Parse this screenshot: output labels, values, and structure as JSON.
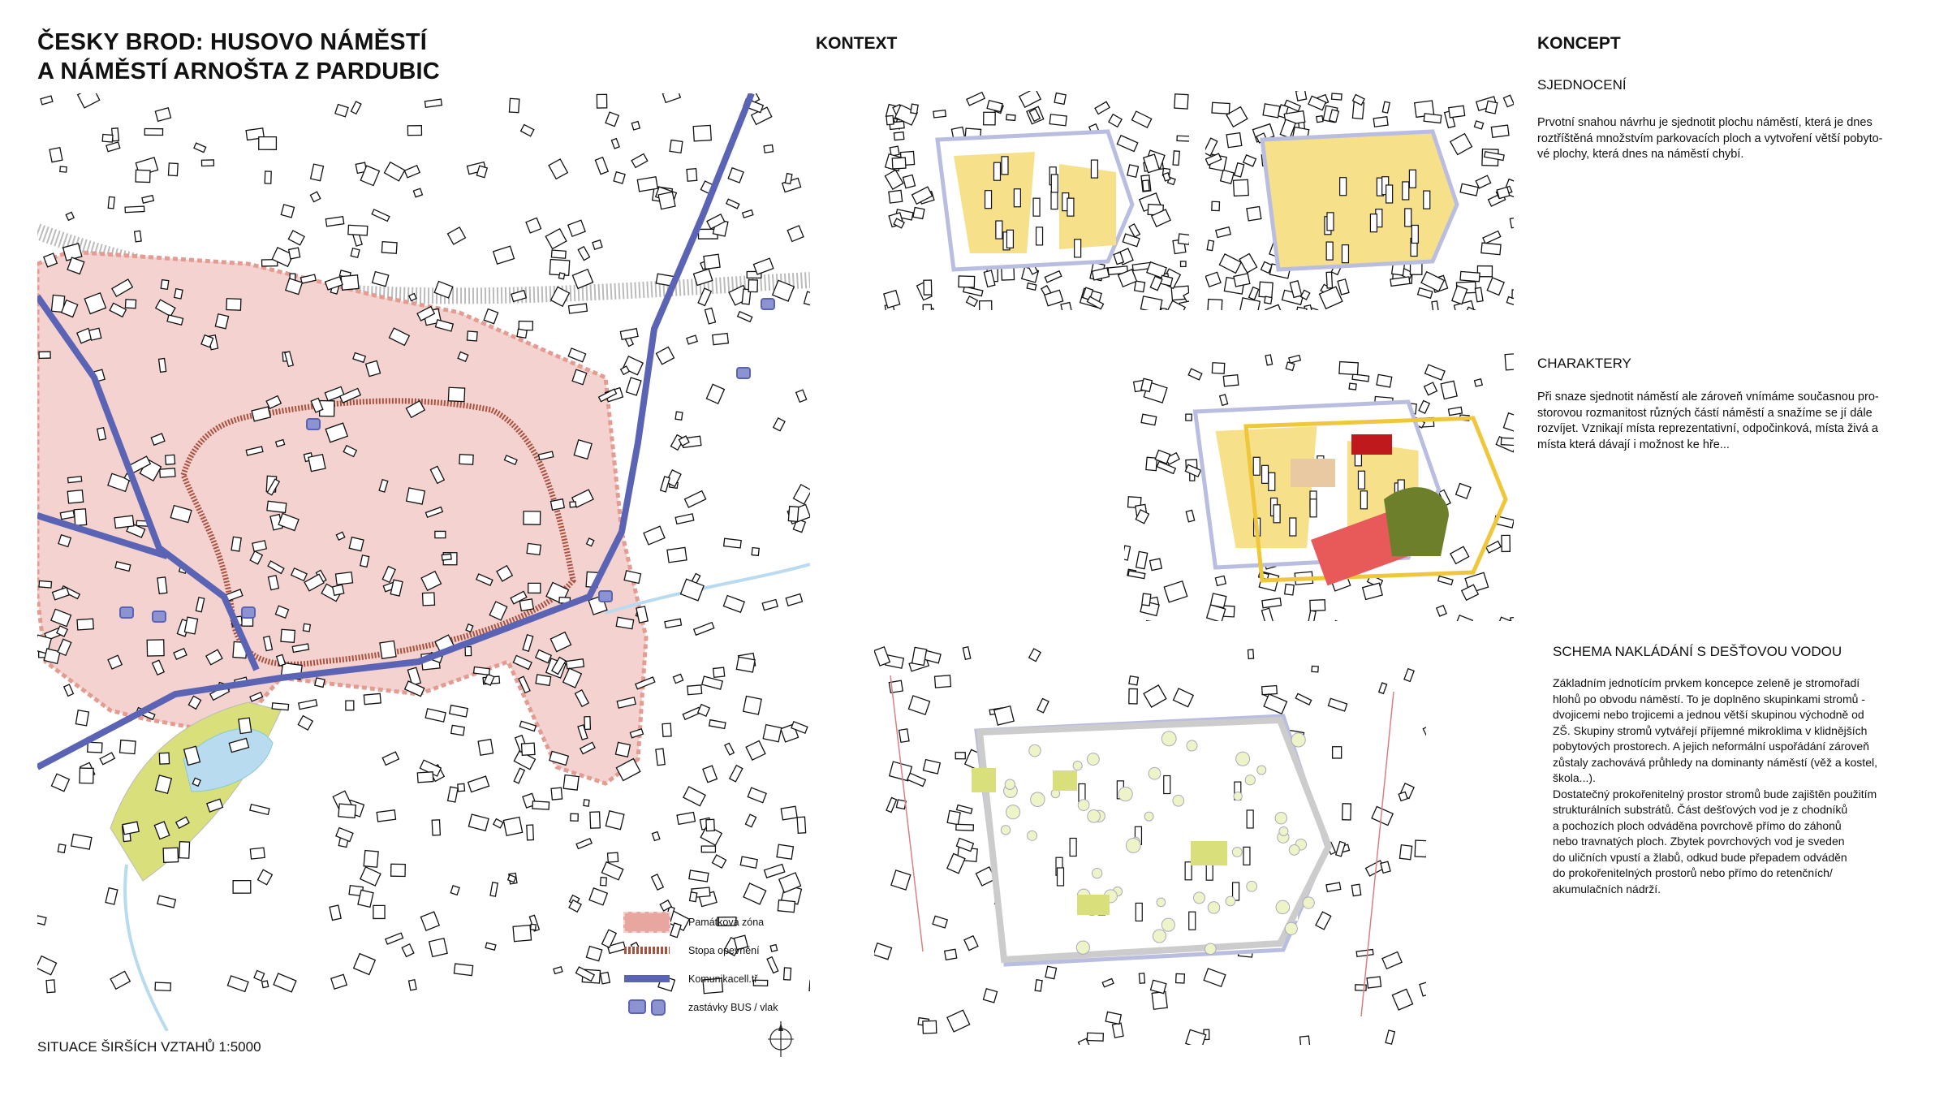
{
  "title": {
    "line1": "ČESKY BROD: HUSOVO NÁMĚSTÍ",
    "line2": "A NÁMĚSTÍ ARNOŠTA Z PARDUBIC"
  },
  "left_map": {
    "caption": "SITUACE ŠIRŠÍCH VZTAHŮ 1:5000",
    "legend": [
      {
        "label": "Památková zóna",
        "color": "#e8a6a0"
      },
      {
        "label": "Stopa opevnění",
        "color": "#a9513f"
      },
      {
        "label": "Komunikacell.tř",
        "color": "#5b64b4"
      },
      {
        "label": "zastávky BUS / vlak",
        "color": "#5b64b4"
      }
    ],
    "north_icon": "north-arrow-icon"
  },
  "kontext": {
    "heading": "KONTEXT"
  },
  "koncept": {
    "heading": "KONCEPT",
    "sections": [
      {
        "title": "SJEDNOCENÍ",
        "lines": [
          "Prvotní snahou návrhu je sjednotit plochu náměstí, která je dnes",
          "roztříštěná množstvím parkovacích ploch a vytvoření větší pobyto-",
          "vé plochy, která dnes na náměstí chybí."
        ]
      },
      {
        "title": "CHARAKTERY",
        "lines": [
          "Při snaze sjednotit náměstí ale zároveň vnímáme současnou pro-",
          "storovou rozmanitost různých částí náměstí a snažíme se jí dále",
          "rozvíjet. Vznikají místa reprezentativní, odpočinková, místa živá a",
          "místa která dávají i možnost ke hře..."
        ]
      },
      {
        "title": "SCHEMA NAKLÁDÁNÍ S DEŠŤOVOU VODOU",
        "lines": [
          "Základním jednotícím prvkem koncepce zeleně je stromořadí",
          "hlohů po obvodu náměstí. To je doplněno skupinkami stromů -",
          "dvojicemi nebo trojicemi a jednou větší skupinou východně od",
          "ZŠ. Skupiny stromů vytvářejí příjemné mikroklima v klidnějších",
          "pobytových prostorech. A jejich neformální uspořádání zároveň",
          "zůstaly zachovává průhledy na dominanty náměstí (věž a kostel,",
          "škola...).",
          "Dostatečný prokořenitelný prostor stromů bude zajištěn použitím",
          "strukturálních substrátů. Část dešťových vod je z chodníků",
          "a pochozích ploch odváděna povrchově přímo do záhonů",
          "nebo travnatých ploch. Zbytek povrchových vod je sveden",
          "do uličních vpustí a žlabů, odkud bude přepadem odváděn",
          "do prokořenitelných prostorů nebo přímo do retenčních/",
          "akumulačních nádrží."
        ]
      }
    ]
  },
  "colors": {
    "zone": "#f4d2cf",
    "zone_border": "#e39b92",
    "wall": "#a9513f",
    "road": "#5b64b4",
    "rail": "#c8c8c8",
    "yellow": "#f7e08a",
    "yellow_line": "#f0c63a",
    "green": "#d9df7a",
    "water": "#b9dbef",
    "red": "#e85a5a",
    "darkred": "#c0191d",
    "olive": "#6d7f2a",
    "tan": "#e9c9a1"
  }
}
